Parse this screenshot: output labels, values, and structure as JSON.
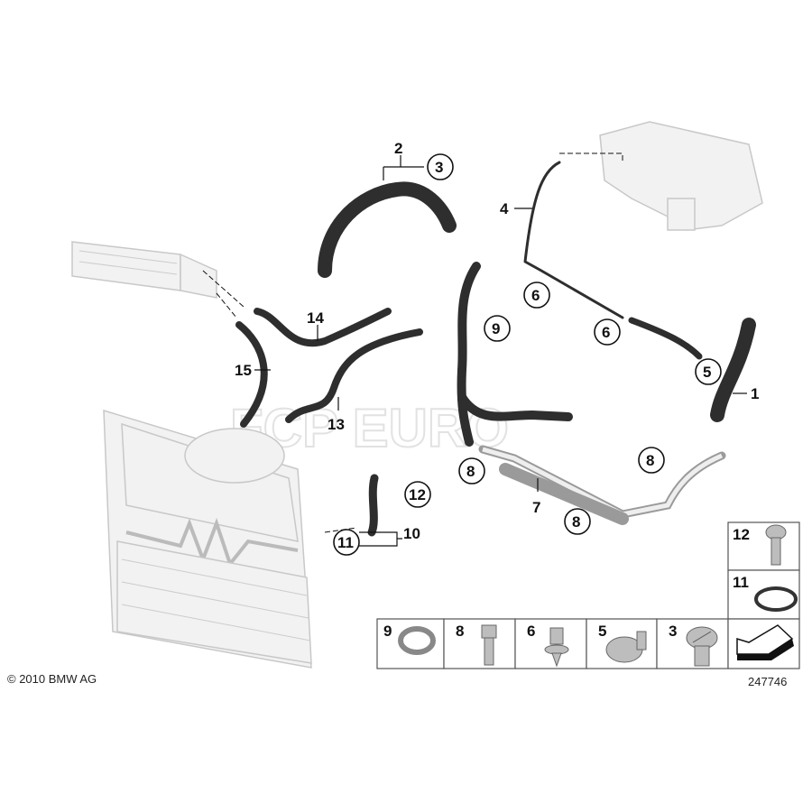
{
  "diagram": {
    "callouts": {
      "c1": "1",
      "c2": "2",
      "c3": "3",
      "c4": "4",
      "c5": "5",
      "c6a": "6",
      "c6b": "6",
      "c7": "7",
      "c8a": "8",
      "c8b": "8",
      "c8c": "8",
      "c9": "9",
      "c10": "10",
      "c11": "11",
      "c12": "12",
      "c13": "13",
      "c14": "14",
      "c15": "15"
    },
    "parts_table": {
      "right_column": [
        "12",
        "11"
      ],
      "bottom_row": [
        "9",
        "8",
        "6",
        "5",
        "3"
      ]
    },
    "watermark": "FCP EURO",
    "copyright": "© 2010 BMW AG",
    "diagram_number": "247746"
  }
}
